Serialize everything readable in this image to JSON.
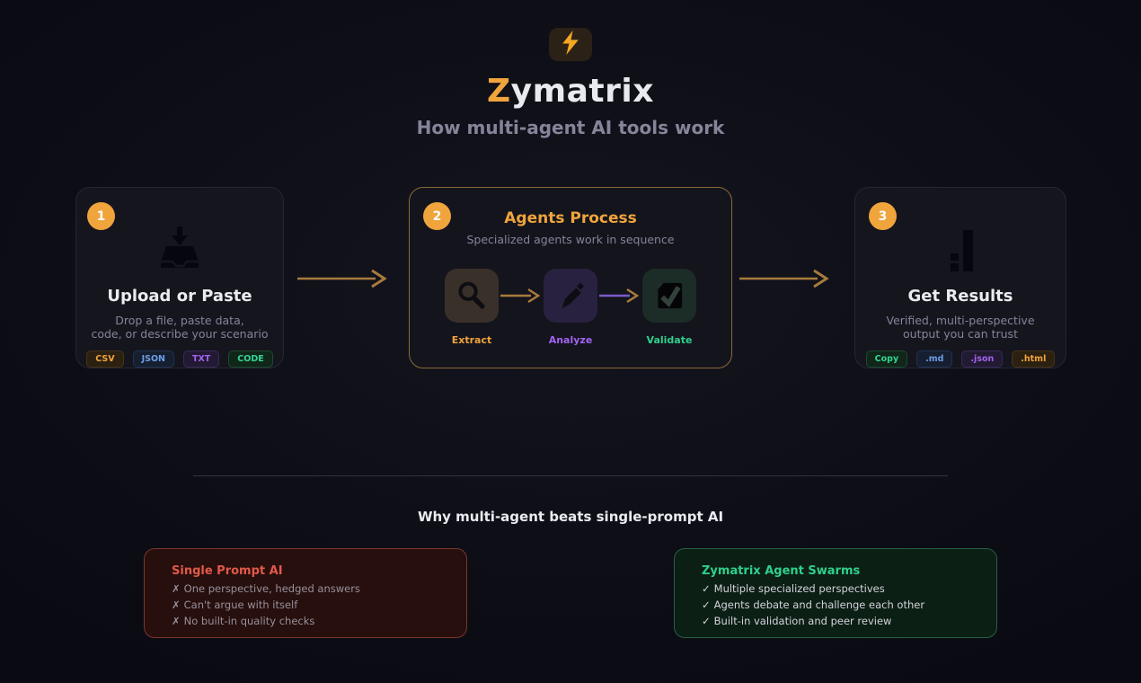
{
  "header": {
    "logo_icon": "lightning-icon",
    "brand_first_letter": "Z",
    "brand_rest": "ymatrix",
    "subtitle": "How multi-agent AI tools work"
  },
  "flow": {
    "steps": [
      {
        "number": "1",
        "title": "Upload or Paste",
        "icon": "inbox-tray-icon",
        "description_line1": "Drop a file, paste data,",
        "description_line2": "code, or describe your scenario",
        "tags": [
          {
            "label": "CSV",
            "color": "orange"
          },
          {
            "label": "JSON",
            "color": "blue"
          },
          {
            "label": "TXT",
            "color": "purple"
          },
          {
            "label": "CODE",
            "color": "green"
          }
        ]
      },
      {
        "number": "2",
        "title": "Agents Process",
        "subtitle": "Specialized agents work in sequence",
        "agents": [
          {
            "label": "Extract",
            "icon": "magnifier-icon"
          },
          {
            "label": "Analyze",
            "icon": "pencil-icon"
          },
          {
            "label": "Validate",
            "icon": "checkbox-icon"
          }
        ]
      },
      {
        "number": "3",
        "title": "Get Results",
        "icon": "bar-chart-icon",
        "description_line1": "Verified, multi-perspective",
        "description_line2": "output you can trust",
        "tags": [
          {
            "label": "Copy",
            "color": "green"
          },
          {
            "label": ".md",
            "color": "blue"
          },
          {
            "label": ".json",
            "color": "purple"
          },
          {
            "label": ".html",
            "color": "orange"
          }
        ]
      }
    ]
  },
  "comparison": {
    "heading": "Why multi-agent beats single-prompt AI",
    "negative_card": {
      "title": "Single Prompt AI",
      "mark": "✗",
      "items": [
        "One perspective, hedged answers",
        "Can't argue with itself",
        "No built-in quality checks"
      ]
    },
    "positive_card": {
      "title": "Zymatrix Agent Swarms",
      "mark": "✓",
      "items": [
        "Multiple specialized perspectives",
        "Agents debate and challenge each other",
        "Built-in validation and peer review"
      ]
    }
  },
  "colors": {
    "accent_orange": "#f0a43c",
    "arrow_tan": "#a87b3c",
    "purple": "#a263f0",
    "green": "#2fd08c",
    "blue": "#6d9ee8",
    "red": "#e2594a",
    "background": "#0e0e17"
  }
}
